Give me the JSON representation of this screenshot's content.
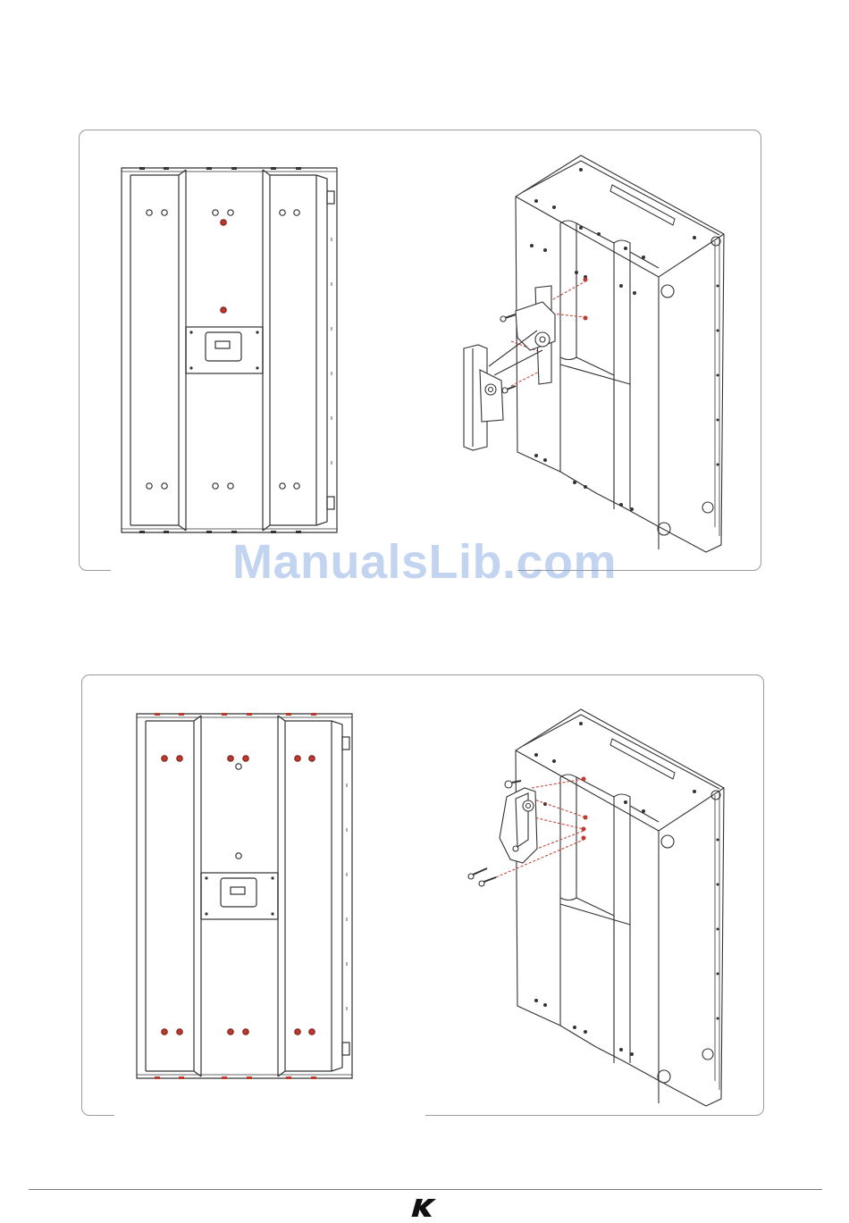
{
  "watermark": "ManualsLib.com",
  "figures": [
    {
      "name": "figure-1-wall-bracket-mounting",
      "front_view": "speaker-front-view",
      "iso_view": "speaker-iso-view-with-wall-bracket"
    },
    {
      "name": "figure-2-pole-bracket-mounting",
      "front_view": "speaker-front-view",
      "iso_view": "speaker-iso-view-with-u-bracket"
    }
  ],
  "colors": {
    "line": "#333333",
    "highlight": "#c0392b",
    "panel_border": "#9a9a9a",
    "watermark": "#78a0dc"
  },
  "footer": {
    "logo_icon": "brand-logo-k-icon"
  }
}
